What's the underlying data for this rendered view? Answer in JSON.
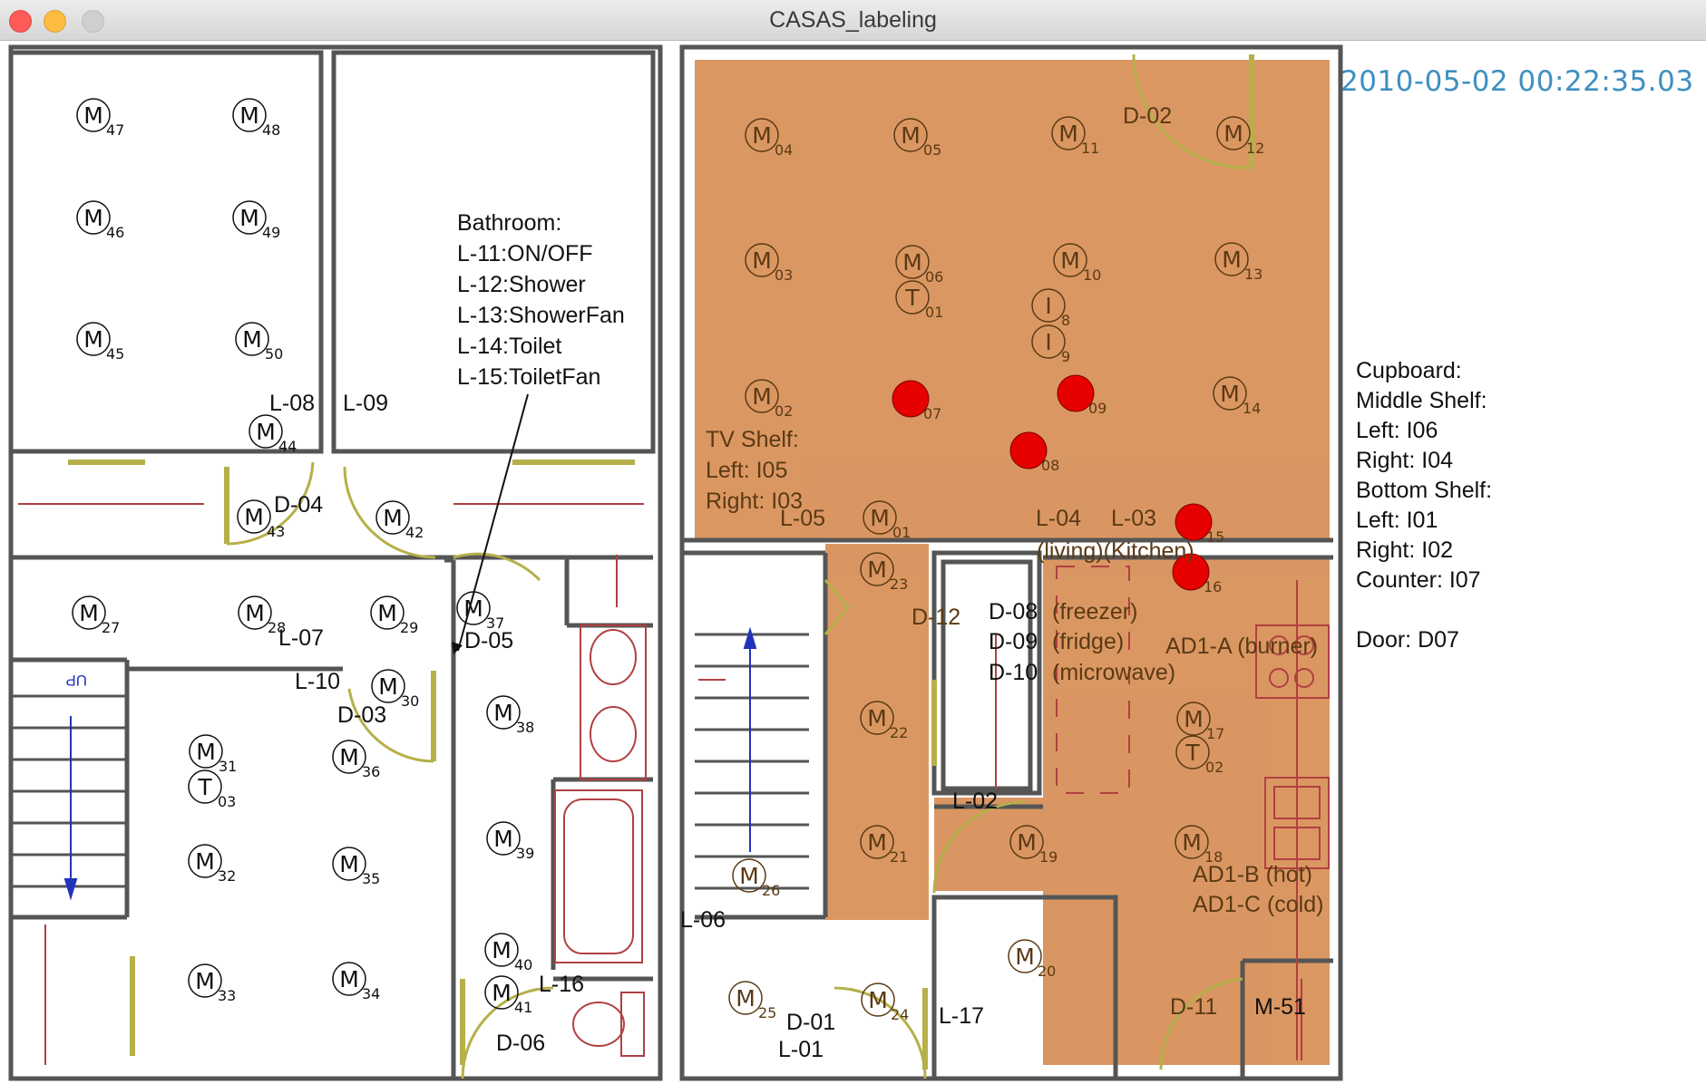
{
  "window": {
    "title": "CASAS_labeling"
  },
  "timestamp": "2010-05-02 00:22:35.03",
  "bathroom_note": [
    "Bathroom:",
    "L-11:ON/OFF",
    "L-12:Shower",
    "L-13:ShowerFan",
    "L-14:Toilet",
    "L-15:ToiletFan"
  ],
  "tv_shelf_note": [
    "TV Shelf:",
    "Left: I05",
    "Right: I03"
  ],
  "cupboard_note": [
    "Cupboard:",
    "Middle Shelf:",
    "Left: I06",
    "Right: I04",
    "Bottom Shelf:",
    "Left: I01",
    "Right: I02",
    "Counter: I07",
    "",
    "Door: D07"
  ],
  "colors": {
    "highlight_fill": "#d9915a",
    "active_sensor": "#e60000",
    "wall": "#555555",
    "door": "#b5b04a",
    "fixture": "#b04040",
    "stairs_arrow": "#2233bb",
    "timestamp": "#3e8fc0"
  },
  "active_sensors": [
    "I07",
    "I09",
    "I08",
    "I15",
    "I16"
  ],
  "sensors": [
    {
      "id": "M47",
      "t": "M",
      "n": "47"
    },
    {
      "id": "M48",
      "t": "M",
      "n": "48"
    },
    {
      "id": "M46",
      "t": "M",
      "n": "46"
    },
    {
      "id": "M49",
      "t": "M",
      "n": "49"
    },
    {
      "id": "M45",
      "t": "M",
      "n": "45"
    },
    {
      "id": "M50",
      "t": "M",
      "n": "50"
    },
    {
      "id": "M44",
      "t": "M",
      "n": "44"
    },
    {
      "id": "M43",
      "t": "M",
      "n": "43"
    },
    {
      "id": "M42",
      "t": "M",
      "n": "42"
    },
    {
      "id": "M27",
      "t": "M",
      "n": "27"
    },
    {
      "id": "M28",
      "t": "M",
      "n": "28"
    },
    {
      "id": "M29",
      "t": "M",
      "n": "29"
    },
    {
      "id": "M37",
      "t": "M",
      "n": "37"
    },
    {
      "id": "M30",
      "t": "M",
      "n": "30"
    },
    {
      "id": "M31",
      "t": "M",
      "n": "31"
    },
    {
      "id": "T03",
      "t": "T",
      "n": "03"
    },
    {
      "id": "M36",
      "t": "M",
      "n": "36"
    },
    {
      "id": "M32",
      "t": "M",
      "n": "32"
    },
    {
      "id": "M35",
      "t": "M",
      "n": "35"
    },
    {
      "id": "M33",
      "t": "M",
      "n": "33"
    },
    {
      "id": "M34",
      "t": "M",
      "n": "34"
    },
    {
      "id": "M38",
      "t": "M",
      "n": "38"
    },
    {
      "id": "M39",
      "t": "M",
      "n": "39"
    },
    {
      "id": "M40",
      "t": "M",
      "n": "40"
    },
    {
      "id": "M41",
      "t": "M",
      "n": "41"
    },
    {
      "id": "M04",
      "t": "M",
      "n": "04"
    },
    {
      "id": "M05",
      "t": "M",
      "n": "05"
    },
    {
      "id": "M11",
      "t": "M",
      "n": "11"
    },
    {
      "id": "M12",
      "t": "M",
      "n": "12"
    },
    {
      "id": "M03",
      "t": "M",
      "n": "03"
    },
    {
      "id": "M06",
      "t": "M",
      "n": "06"
    },
    {
      "id": "T01",
      "t": "T",
      "n": "01"
    },
    {
      "id": "M10",
      "t": "M",
      "n": "10"
    },
    {
      "id": "M13",
      "t": "M",
      "n": "13"
    },
    {
      "id": "I08a",
      "t": "I",
      "n": "8"
    },
    {
      "id": "I09a",
      "t": "I",
      "n": "9"
    },
    {
      "id": "M02",
      "t": "M",
      "n": "02"
    },
    {
      "id": "I07",
      "t": "A",
      "n": "07"
    },
    {
      "id": "I09",
      "t": "A",
      "n": "09"
    },
    {
      "id": "M14",
      "t": "M",
      "n": "14"
    },
    {
      "id": "I08",
      "t": "A",
      "n": "08"
    },
    {
      "id": "M01",
      "t": "M",
      "n": "01"
    },
    {
      "id": "I15",
      "t": "A",
      "n": "15"
    },
    {
      "id": "I16",
      "t": "A",
      "n": "16"
    },
    {
      "id": "M23",
      "t": "M",
      "n": "23"
    },
    {
      "id": "M22",
      "t": "M",
      "n": "22"
    },
    {
      "id": "M17",
      "t": "M",
      "n": "17"
    },
    {
      "id": "T02",
      "t": "T",
      "n": "02"
    },
    {
      "id": "M21",
      "t": "M",
      "n": "21"
    },
    {
      "id": "M19",
      "t": "M",
      "n": "19"
    },
    {
      "id": "M18",
      "t": "M",
      "n": "18"
    },
    {
      "id": "M26",
      "t": "M",
      "n": "26"
    },
    {
      "id": "M20",
      "t": "M",
      "n": "20"
    },
    {
      "id": "M25",
      "t": "M",
      "n": "25"
    },
    {
      "id": "M24",
      "t": "M",
      "n": "24"
    }
  ],
  "labels": [
    {
      "text": "L-08",
      "c": "k"
    },
    {
      "text": "L-09",
      "c": "k"
    },
    {
      "text": "D-04",
      "c": "k"
    },
    {
      "text": "L-07",
      "c": "k"
    },
    {
      "text": "D-05",
      "c": "k"
    },
    {
      "text": "L-10",
      "c": "k"
    },
    {
      "text": "D-03",
      "c": "k"
    },
    {
      "text": "L-16",
      "c": "k"
    },
    {
      "text": "D-06",
      "c": "k"
    },
    {
      "text": "D-02",
      "c": "b"
    },
    {
      "text": "L-05",
      "c": "b"
    },
    {
      "text": "L-04",
      "c": "b"
    },
    {
      "text": "L-03",
      "c": "b"
    },
    {
      "text": "(living)(Kitchen)",
      "c": "b"
    },
    {
      "text": "D-12",
      "c": "b"
    },
    {
      "text": "D-08",
      "c": "k"
    },
    {
      "text": "(freezer)",
      "c": "b"
    },
    {
      "text": "D-09",
      "c": "k"
    },
    {
      "text": "(fridge)",
      "c": "b"
    },
    {
      "text": "D-10",
      "c": "k"
    },
    {
      "text": "(microwave)",
      "c": "b"
    },
    {
      "text": "AD1-A (burner)",
      "c": "b"
    },
    {
      "text": "L-02",
      "c": "k"
    },
    {
      "text": "AD1-B (hot)",
      "c": "b"
    },
    {
      "text": "AD1-C (cold)",
      "c": "b"
    },
    {
      "text": "L-06",
      "c": "k"
    },
    {
      "text": "D-01",
      "c": "k"
    },
    {
      "text": "L-01",
      "c": "k"
    },
    {
      "text": "L-17",
      "c": "k"
    },
    {
      "text": "D-11",
      "c": "b"
    },
    {
      "text": "M-51",
      "c": "k"
    },
    {
      "text": "UP",
      "c": "u"
    }
  ]
}
